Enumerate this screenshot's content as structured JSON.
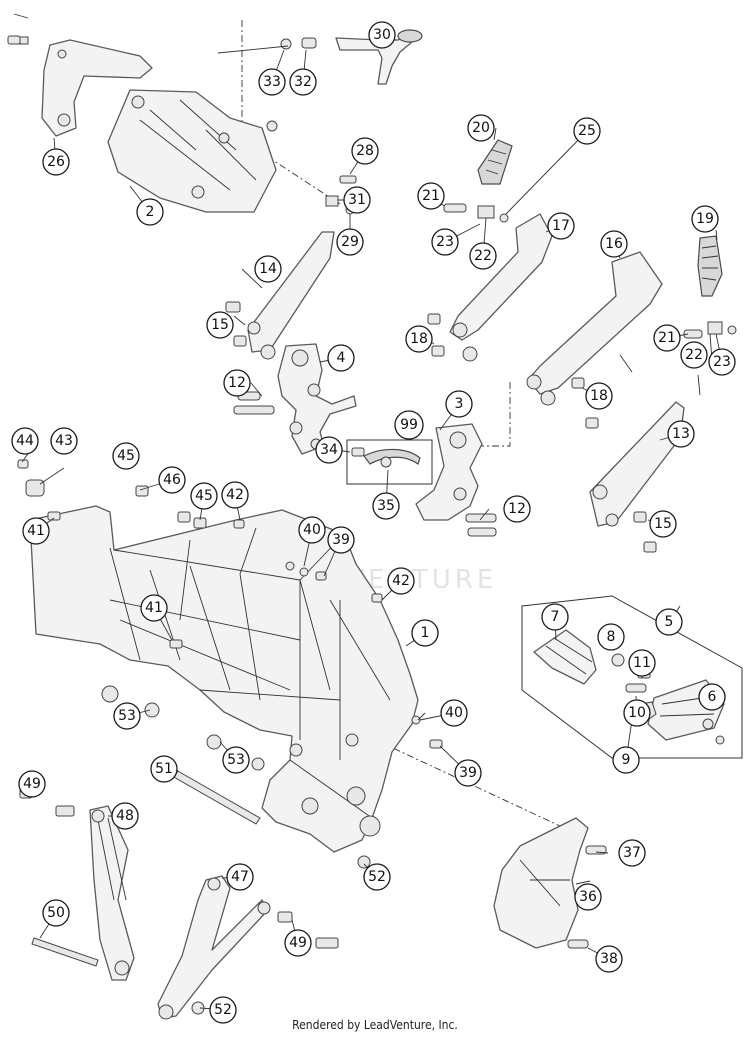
{
  "watermark": "LEADVENTURE",
  "footer": "Rendered by LeadVenture, Inc.",
  "group_99": "99",
  "group_5": "5",
  "callouts": [
    "1",
    "2",
    "3",
    "4",
    "6",
    "7",
    "8",
    "9",
    "10",
    "11",
    "12",
    "12",
    "13",
    "14",
    "15",
    "15",
    "16",
    "17",
    "18",
    "18",
    "19",
    "20",
    "21",
    "21",
    "22",
    "22",
    "23",
    "23",
    "25",
    "26",
    "28",
    "29",
    "30",
    "31",
    "32",
    "33",
    "34",
    "35",
    "36",
    "37",
    "38",
    "39",
    "39",
    "40",
    "40",
    "41",
    "41",
    "42",
    "42",
    "43",
    "44",
    "45",
    "45",
    "46",
    "47",
    "48",
    "49",
    "49",
    "50",
    "51",
    "52",
    "52",
    "53",
    "53"
  ]
}
